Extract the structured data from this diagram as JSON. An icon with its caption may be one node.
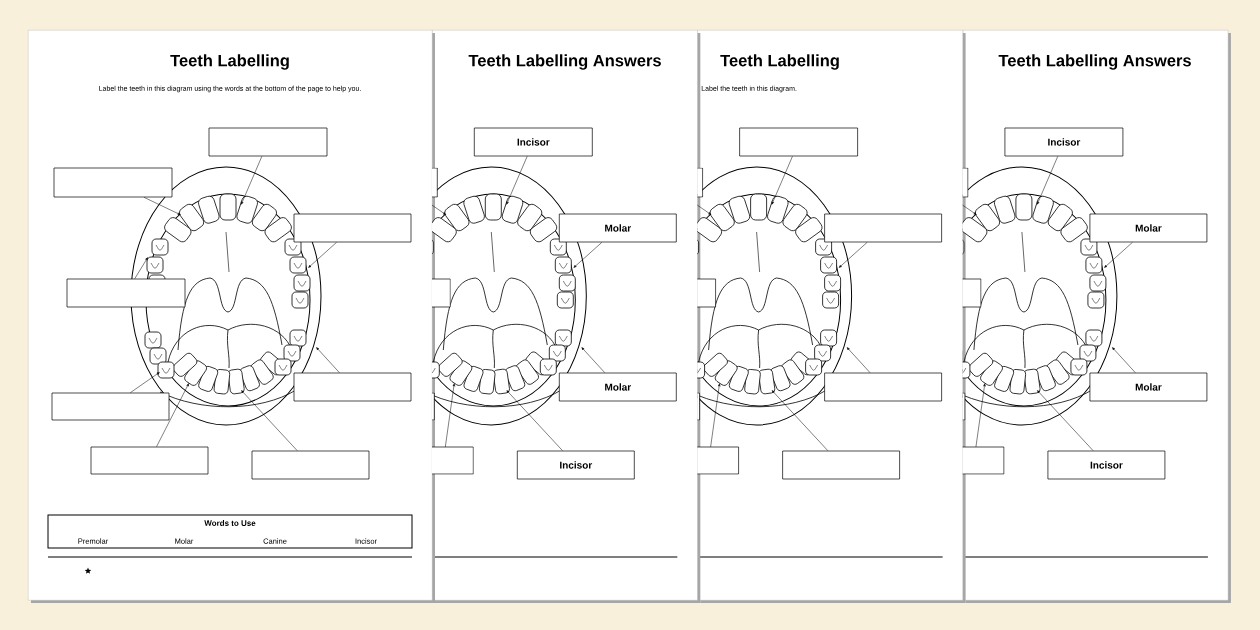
{
  "diagram": {
    "nodes": [
      {
        "text": [
          "Teeth Labelling",
          "Label the teeth in this diagram using the words at the bottom of the page to help you."
        ]
      },
      {
        "text": [],
        "shape": "box",
        "in": 0
      },
      {
        "text": [],
        "shape": "box",
        "in": 0
      },
      {
        "text": [],
        "shape": "box",
        "in": 0
      },
      {
        "text": [],
        "shape": "box",
        "in": 0
      },
      {
        "text": [],
        "shape": "box",
        "in": 0
      },
      {
        "text": [],
        "shape": "box",
        "in": 0
      },
      {
        "text": [],
        "shape": "box",
        "in": 0
      },
      {
        "text": [],
        "shape": "box",
        "in": 0
      },
      {
        "text": [
          "Words to Use",
          "Premolar",
          "Molar",
          "Canine",
          "Incisor"
        ],
        "in": 0
      },
      {
        "text": [
          "Teeth Labelling Answers"
        ]
      },
      {
        "text": [
          "Incisor"
        ],
        "in": 10
      },
      {
        "text": [
          "Molar"
        ],
        "in": 10
      },
      {
        "text": [
          "Molar"
        ],
        "in": 10
      },
      {
        "text": [
          "Incisor"
        ],
        "in": 10
      },
      {
        "text": [
          "Teeth Labelling",
          "Label the teeth in this diagram."
        ]
      },
      {
        "text": [],
        "shape": "box",
        "in": 15
      },
      {
        "text": [],
        "shape": "box",
        "in": 15
      },
      {
        "text": [],
        "shape": "box",
        "in": 15
      },
      {
        "text": [],
        "shape": "box",
        "in": 15
      },
      {
        "text": [
          "Teeth Labelling Answers"
        ]
      },
      {
        "text": [
          "Incisor"
        ],
        "in": 20
      },
      {
        "text": [
          "Molar"
        ],
        "in": 20
      },
      {
        "text": [
          "Molar"
        ],
        "in": 20
      },
      {
        "text": [
          "Incisor"
        ],
        "in": 20
      }
    ],
    "edges": [
      {
        "from": 1,
        "to": null,
        "arrow": "to"
      },
      {
        "from": 2,
        "to": null,
        "arrow": "to"
      },
      {
        "from": 3,
        "to": null,
        "arrow": "to"
      },
      {
        "from": 4,
        "to": null,
        "arrow": "to"
      },
      {
        "from": 5,
        "to": null,
        "arrow": "to"
      },
      {
        "from": 6,
        "to": null,
        "arrow": "to"
      },
      {
        "from": 7,
        "to": null,
        "arrow": "to"
      },
      {
        "from": 8,
        "to": null,
        "arrow": "to"
      },
      {
        "from": 11,
        "to": null,
        "arrow": "to"
      },
      {
        "from": 12,
        "to": null,
        "arrow": "to"
      },
      {
        "from": 13,
        "to": null,
        "arrow": "to"
      },
      {
        "from": 14,
        "to": null,
        "arrow": "to"
      },
      {
        "from": 16,
        "to": null,
        "arrow": "to"
      },
      {
        "from": 17,
        "to": null,
        "arrow": "to"
      },
      {
        "from": 18,
        "to": null,
        "arrow": "to"
      },
      {
        "from": 19,
        "to": null,
        "arrow": "to"
      },
      {
        "from": 21,
        "to": null,
        "arrow": "to"
      },
      {
        "from": 22,
        "to": null,
        "arrow": "to"
      },
      {
        "from": 23,
        "to": null,
        "arrow": "to"
      },
      {
        "from": 24,
        "to": null,
        "arrow": "to"
      }
    ]
  }
}
